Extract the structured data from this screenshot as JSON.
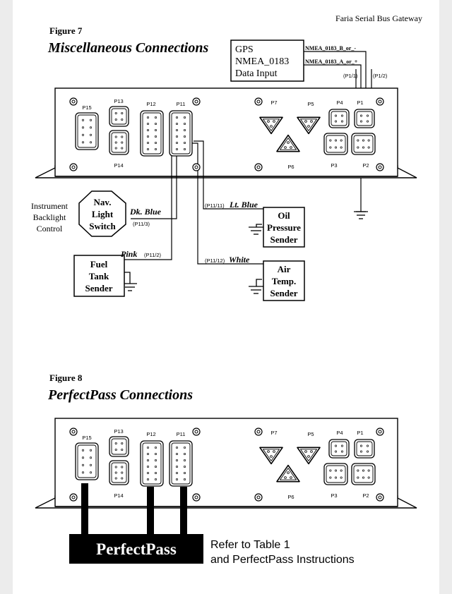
{
  "header": {
    "title": "Faria Serial Bus Gateway"
  },
  "figure7": {
    "label": "Figure 7",
    "title": "Miscellaneous Connections",
    "gps_box": {
      "line1": "GPS",
      "line2": "NMEA_0183",
      "line3": "Data Input"
    },
    "nmea_b": "NMEA_0183_B_or_-",
    "nmea_a": "NMEA_0183_A_or_+",
    "pin_p1_1": "(P1/1)",
    "pin_p1_2": "(P1/2)",
    "instrument_label": {
      "line1": "Instrument",
      "line2": "Backlight",
      "line3": "Control"
    },
    "nav_switch": {
      "line1": "Nav.",
      "line2": "Light",
      "line3": "Switch"
    },
    "dk_blue": "Dk. Blue",
    "pin_p11_3": "(P11/3)",
    "pink": "Pink",
    "pin_p11_2": "(P11/2)",
    "fuel_sender": {
      "line1": "Fuel",
      "line2": "Tank",
      "line3": "Sender"
    },
    "pin_p11_11": "(P11/11)",
    "lt_blue": "Lt. Blue",
    "oil_sender": {
      "line1": "Oil",
      "line2": "Pressure",
      "line3": "Sender"
    },
    "pin_p11_12": "(P11/12)",
    "white": "White",
    "air_sender": {
      "line1": "Air",
      "line2": "Temp.",
      "line3": "Sender"
    }
  },
  "figure8": {
    "label": "Figure 8",
    "title": "PerfectPass Connections",
    "perfectpass_label": "PerfectPass",
    "note_line1": "Refer to Table 1",
    "note_line2": "and PerfectPass Instructions"
  },
  "ports": {
    "p15": "P15",
    "p13": "P13",
    "p12": "P12",
    "p11": "P11",
    "p14": "P14",
    "p7": "P7",
    "p5": "P5",
    "p4": "P4",
    "p1": "P1",
    "p6": "P6",
    "p3": "P3",
    "p2": "P2"
  }
}
